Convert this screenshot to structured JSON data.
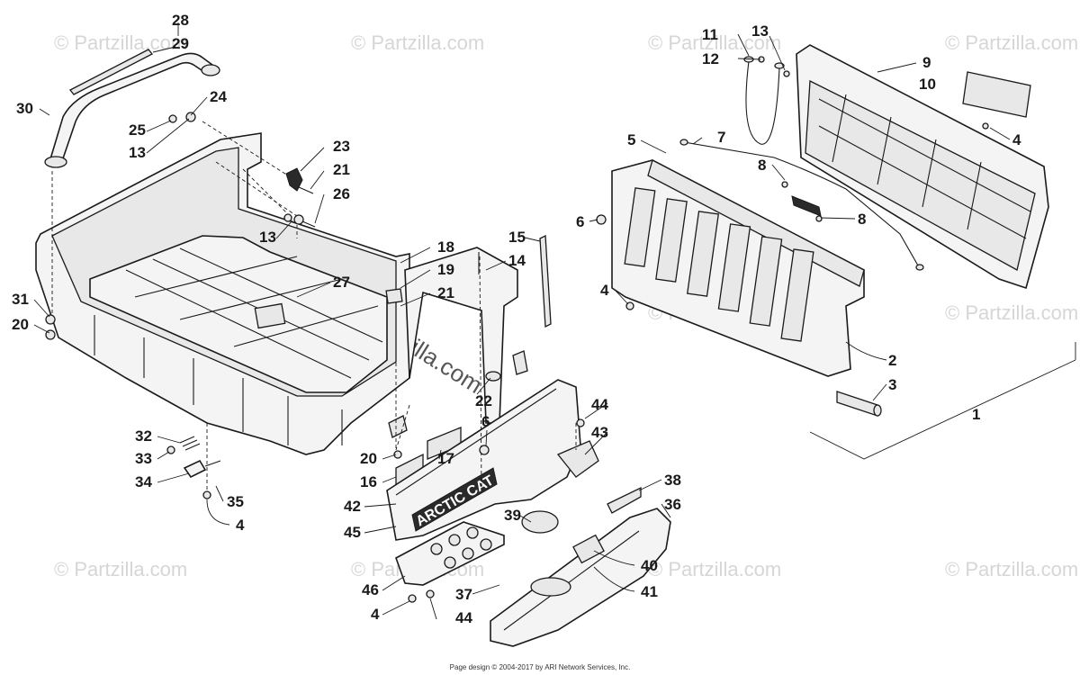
{
  "diagram": {
    "callouts": [
      "28",
      "29",
      "30",
      "24",
      "25",
      "13",
      "23",
      "21",
      "26",
      "13",
      "27",
      "31",
      "20",
      "18",
      "19",
      "21",
      "15",
      "14",
      "22",
      "32",
      "33",
      "34",
      "35",
      "4",
      "20",
      "16",
      "17",
      "6",
      "44",
      "43",
      "42",
      "45",
      "38",
      "36",
      "39",
      "46",
      "37",
      "40",
      "41",
      "4",
      "44",
      "11",
      "12",
      "13",
      "9",
      "10",
      "4",
      "5",
      "7",
      "8",
      "8",
      "6",
      "4",
      "2",
      "3",
      "1"
    ],
    "logo_text": "ARCTIC CAT",
    "watermark": "© Partzilla.com"
  },
  "footer": {
    "text": "Page design © 2004-2017 by ARI Network Services, Inc."
  }
}
